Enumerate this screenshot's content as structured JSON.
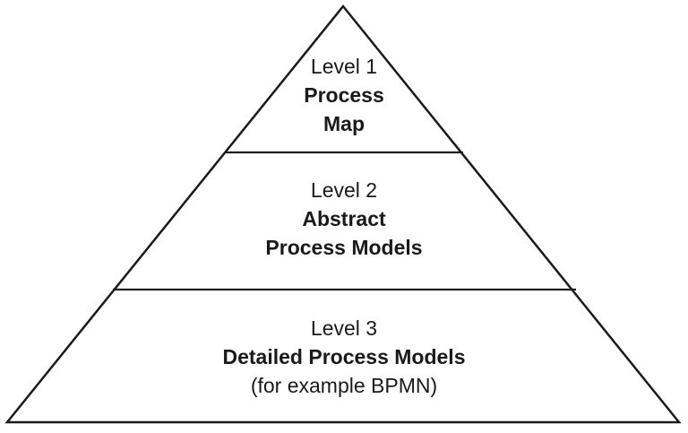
{
  "diagram": {
    "type": "pyramid",
    "levels": [
      {
        "label": "Level 1",
        "title_lines": [
          "Process",
          "Map"
        ]
      },
      {
        "label": "Level 2",
        "title_lines": [
          "Abstract",
          "Process Models"
        ]
      },
      {
        "label": "Level 3",
        "title_lines": [
          "Detailed Process Models"
        ],
        "subtitle": "(for example BPMN)"
      }
    ],
    "colors": {
      "background": "#ffffff",
      "outline": "#1a1a1a",
      "divider": "#1f1f1f",
      "level1_divider_glow": "#dcebd2",
      "level2_divider_glow": "#fbe3d0",
      "base_glow": "#d8e2f0"
    }
  }
}
